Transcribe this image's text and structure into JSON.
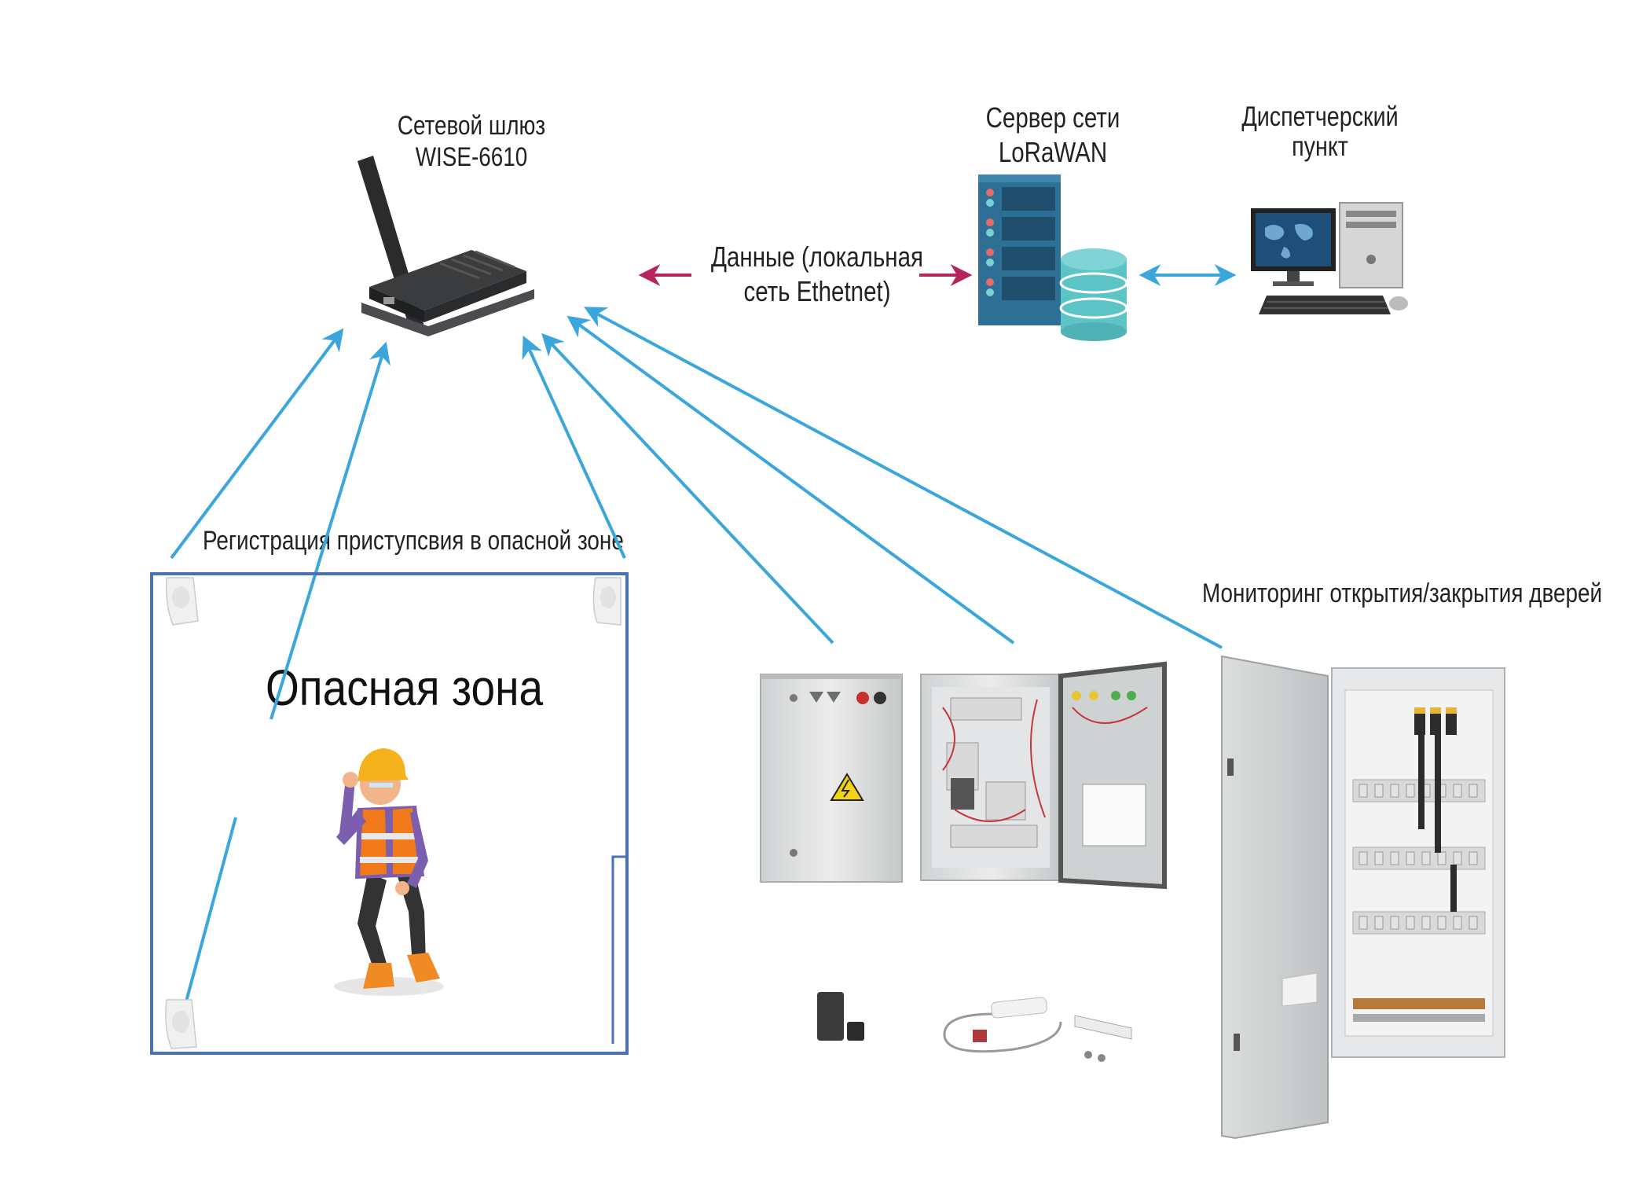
{
  "gateway": {
    "label_line1": "Сетевой шлюз",
    "label_line2": "WISE-6610"
  },
  "server": {
    "label_line1": "Сервер сети",
    "label_line2": "LoRaWAN"
  },
  "dispatch": {
    "label_line1": "Диспетчерский",
    "label_line2": "пункт"
  },
  "data_link": {
    "label_line1": "Данные (локальная",
    "label_line2": "сеть Ethetnet)"
  },
  "presence": {
    "label": "Регистрация приступсвия в опасной зоне"
  },
  "danger_zone": {
    "title": "Опасная зона"
  },
  "doors": {
    "label": "Мониторинг открытия/закрытия дверей"
  },
  "colors": {
    "link_blue": "#3aa6dc",
    "arrow_red": "#b5245a",
    "zone_border": "#4a72b0",
    "server_blue": "#2d6f95",
    "db_teal": "#5cc3c6"
  }
}
